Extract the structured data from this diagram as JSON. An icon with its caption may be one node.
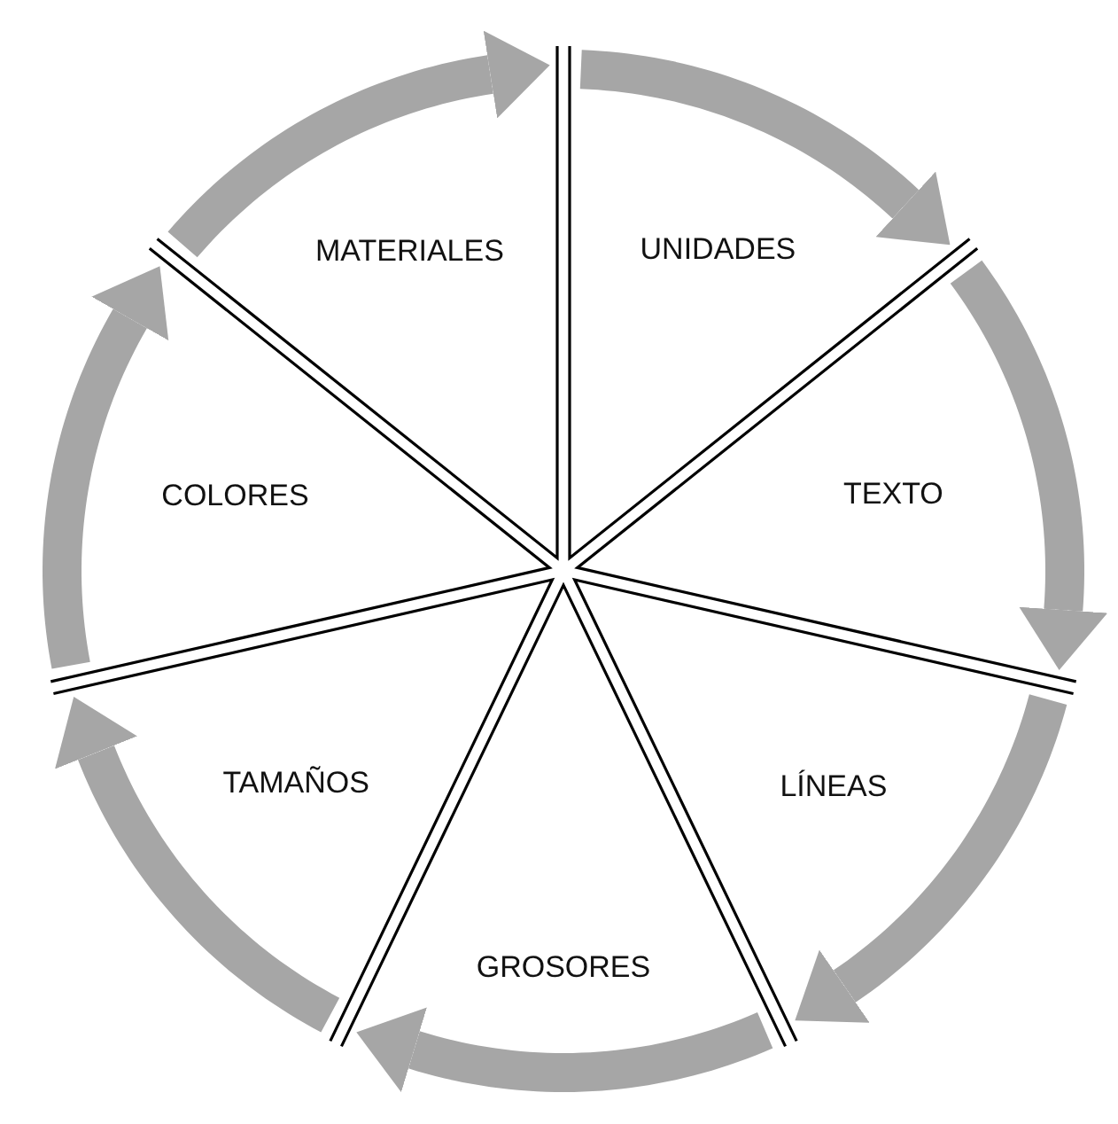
{
  "diagram": {
    "nodes": [
      {
        "text": [
          "MATERIALES"
        ]
      },
      {
        "text": [
          "UNIDADES"
        ]
      },
      {
        "text": [
          "TEXTO"
        ]
      },
      {
        "text": [
          "LÍNEAS"
        ]
      },
      {
        "text": [
          "GROSORES"
        ]
      },
      {
        "text": [
          "TAMAÑOS"
        ]
      },
      {
        "text": [
          "COLORES"
        ]
      }
    ]
  }
}
